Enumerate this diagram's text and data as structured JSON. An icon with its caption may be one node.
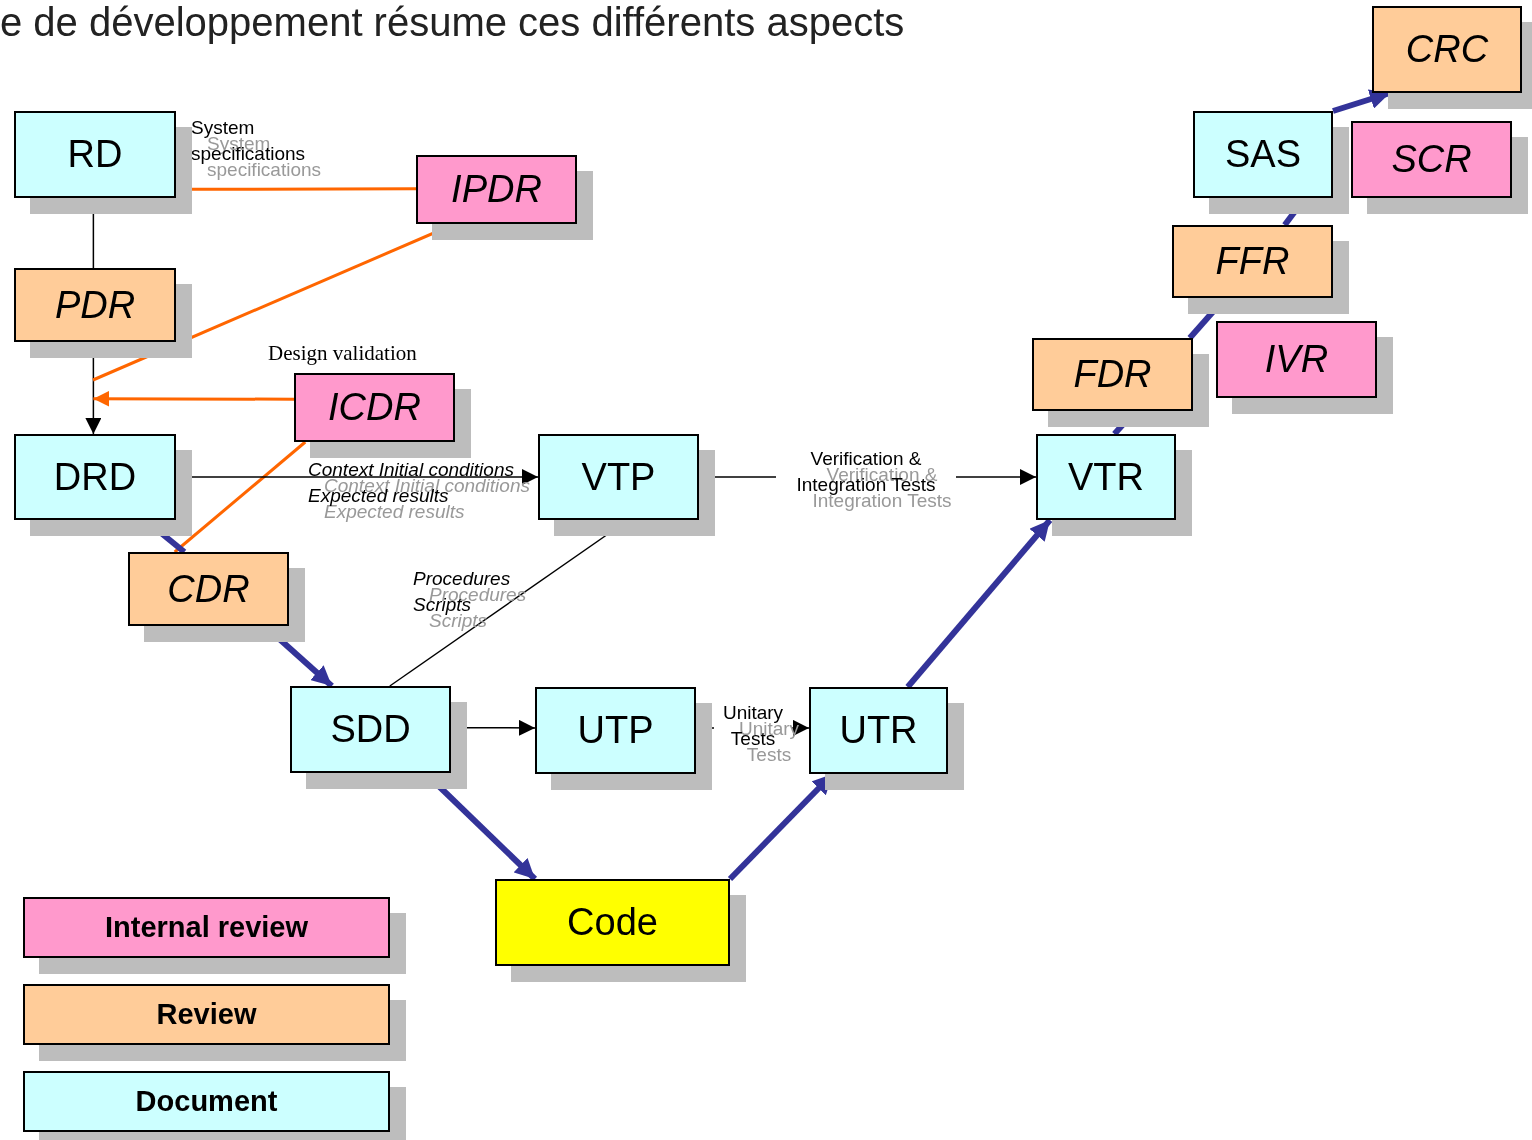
{
  "diagram": {
    "title": "e de développement résume ces différents aspects",
    "nodes": [
      {
        "text": [
          "RD"
        ]
      },
      {
        "text": [
          "IPDR"
        ]
      },
      {
        "text": [
          "PDR"
        ]
      },
      {
        "text": [
          "ICDR"
        ],
        "beside": [
          "Design validation"
        ]
      },
      {
        "text": [
          "DRD"
        ]
      },
      {
        "text": [
          "VTP"
        ]
      },
      {
        "text": [
          "VTR"
        ]
      },
      {
        "text": [
          "CDR"
        ]
      },
      {
        "text": [
          "SDD"
        ]
      },
      {
        "text": [
          "UTP"
        ]
      },
      {
        "text": [
          "UTR"
        ]
      },
      {
        "text": [
          "Code"
        ]
      },
      {
        "text": [
          "FDR"
        ]
      },
      {
        "text": [
          "IVR"
        ]
      },
      {
        "text": [
          "FFR"
        ]
      },
      {
        "text": [
          "SAS"
        ]
      },
      {
        "text": [
          "SCR"
        ]
      },
      {
        "text": [
          "CRC"
        ]
      }
    ],
    "edges": [
      {
        "from": 0,
        "to": 2,
        "arrow": "none",
        "color": "#000000"
      },
      {
        "from": 2,
        "to": 4,
        "arrow": "to",
        "color": "#000000"
      },
      {
        "from": 1,
        "to": 0,
        "arrow": "to",
        "label": "System specifications",
        "color": "#ff6600"
      },
      {
        "from": 1,
        "to": null,
        "arrow": "none",
        "color": "#ff6600"
      },
      {
        "from": 3,
        "to": 4,
        "arrow": "to",
        "color": "#ff6600"
      },
      {
        "from": 3,
        "to": 7,
        "arrow": "none",
        "color": "#ff6600"
      },
      {
        "from": 4,
        "to": 5,
        "arrow": "to",
        "label": "Context Initial conditions Expected results",
        "color": "#000000"
      },
      {
        "from": 5,
        "to": 6,
        "arrow": "to",
        "label": "Verification & Integration Tests",
        "color": "#000000"
      },
      {
        "from": 4,
        "to": 7,
        "arrow": "none",
        "style": "thick",
        "color": "#333399"
      },
      {
        "from": 7,
        "to": 8,
        "arrow": "to",
        "style": "thick",
        "color": "#333399"
      },
      {
        "from": 8,
        "to": 5,
        "arrow": "to",
        "label": "Procedures Scripts",
        "color": "#000000"
      },
      {
        "from": 8,
        "to": 9,
        "arrow": "to",
        "color": "#000000"
      },
      {
        "from": 9,
        "to": 10,
        "arrow": "to",
        "label": "Unitary Tests",
        "color": "#000000"
      },
      {
        "from": 8,
        "to": 11,
        "arrow": "to",
        "style": "thick",
        "color": "#333399"
      },
      {
        "from": 11,
        "to": 10,
        "arrow": "to",
        "style": "thick",
        "color": "#333399"
      },
      {
        "from": 10,
        "to": 6,
        "arrow": "to",
        "style": "thick",
        "color": "#333399"
      },
      {
        "from": 6,
        "to": 12,
        "arrow": "none",
        "style": "thick",
        "color": "#333399"
      },
      {
        "from": 12,
        "to": 14,
        "arrow": "none",
        "style": "thick",
        "color": "#333399"
      },
      {
        "from": 14,
        "to": 15,
        "arrow": "none",
        "style": "thick",
        "color": "#333399"
      },
      {
        "from": 15,
        "to": 17,
        "arrow": "to",
        "style": "thick",
        "color": "#333399"
      }
    ],
    "legend": [
      {
        "text": "Internal review",
        "color": "#ff99cc"
      },
      {
        "text": "Review",
        "color": "#ffcc99"
      },
      {
        "text": "Document",
        "color": "#ccffff"
      }
    ]
  }
}
